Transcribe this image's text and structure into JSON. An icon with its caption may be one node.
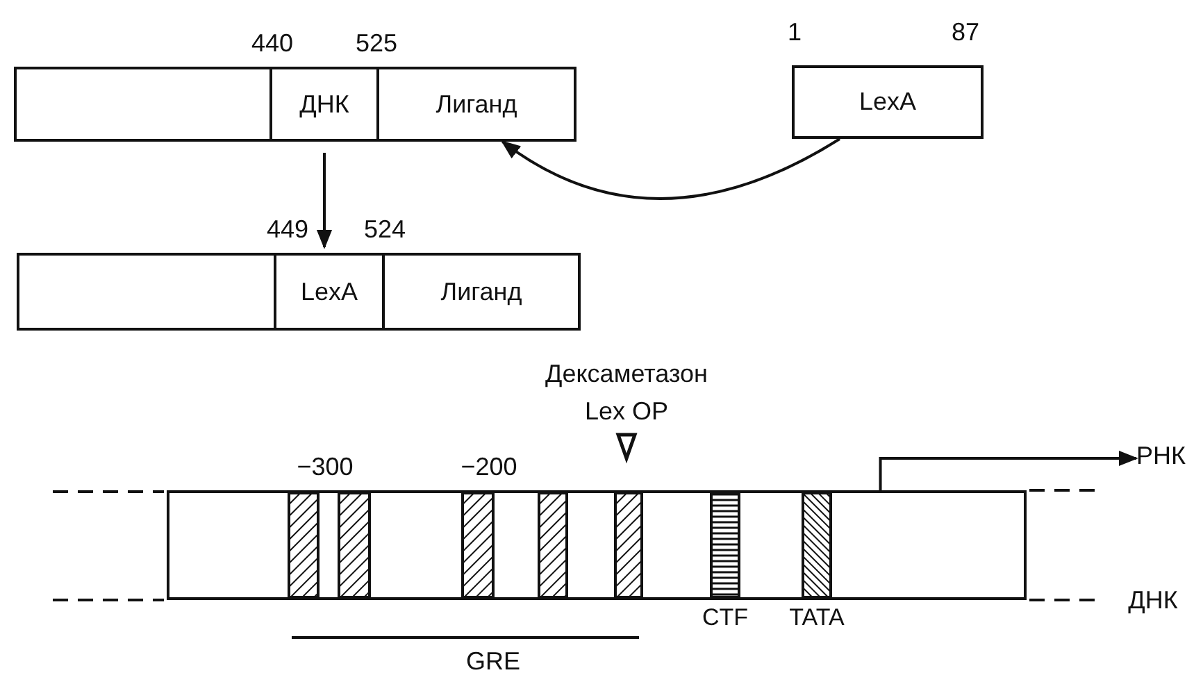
{
  "diagram": {
    "nodes": [
      {
        "text": [],
        "shape": "box"
      },
      {
        "text": [
          "ДНК"
        ]
      },
      {
        "text": [
          "Лиганд"
        ]
      },
      {
        "text": [
          "LexA"
        ]
      },
      {
        "text": [],
        "shape": "box"
      },
      {
        "text": [
          "LexA"
        ]
      },
      {
        "text": [
          "Лиганд"
        ]
      },
      {
        "text": [],
        "shape": "box"
      },
      {
        "text": [],
        "shape": "bar",
        "in": 7
      },
      {
        "text": [],
        "shape": "bar",
        "in": 7
      },
      {
        "text": [],
        "shape": "bar",
        "in": 7
      },
      {
        "text": [],
        "shape": "bar",
        "in": 7
      },
      {
        "text": [],
        "shape": "bar",
        "in": 7
      },
      {
        "text": [
          "CTF"
        ],
        "in": 7
      },
      {
        "text": [
          "TATA"
        ],
        "in": 7
      },
      {
        "text": [
          "РНК"
        ]
      }
    ],
    "edges": [
      {
        "from": 3,
        "to": 2,
        "arrow": "to"
      },
      {
        "from": 1,
        "to": 5,
        "arrow": "to"
      },
      {
        "from": 7,
        "to": 15,
        "arrow": "to"
      }
    ],
    "labels": [
      "440",
      "525",
      "1",
      "87",
      "449",
      "524",
      "Дексаметазон",
      "Lex OP",
      "−300",
      "−200",
      "ДНК",
      "GRE"
    ]
  }
}
